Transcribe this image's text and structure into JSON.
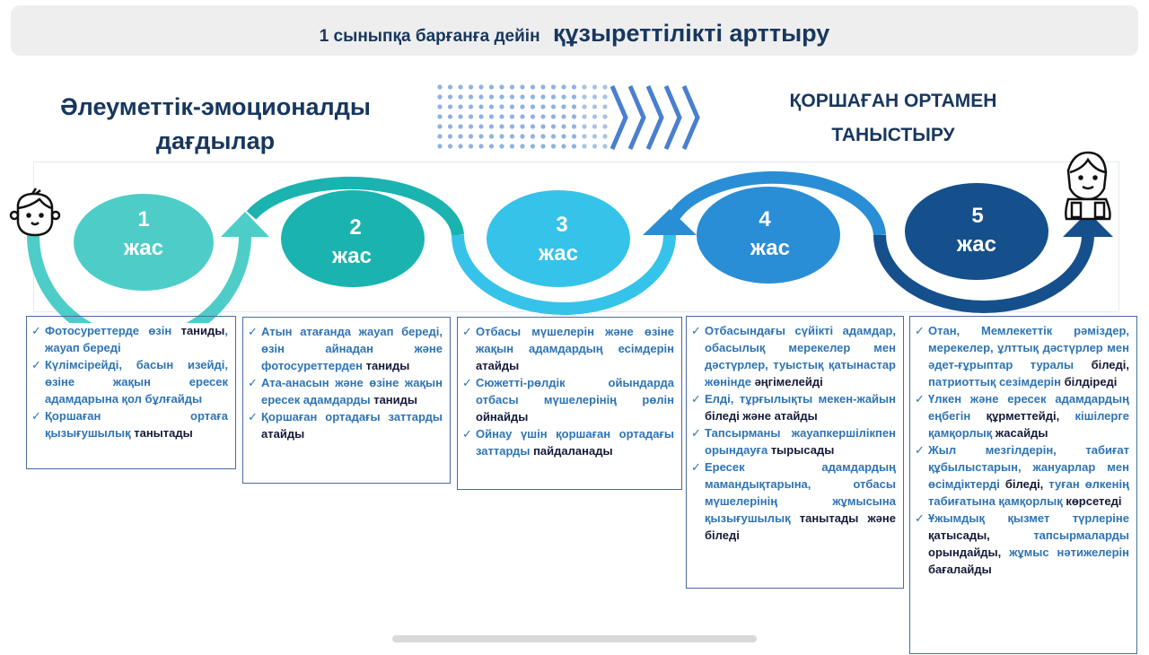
{
  "header": {
    "title_small": "1 сыныпқа барғанға дейін",
    "title_large": "құзыреттілікті арттыру"
  },
  "left_heading": {
    "line1": "Әлеуметтік-эмоционалды",
    "line2": "дағдылар"
  },
  "right_heading": {
    "line1": "ҚОРШАҒАН ОРТАМЕН",
    "line2": "ТАНЫСТЫРУ"
  },
  "colors": {
    "age1": "#4ecdc8",
    "age2": "#1ab3b0",
    "age3": "#35c3ea",
    "age4": "#2a8ed6",
    "age5": "#15508c",
    "text": "#2e74b5",
    "dark": "#141a38"
  },
  "ages": [
    {
      "num": "1",
      "label": "жас"
    },
    {
      "num": "2",
      "label": "жас"
    },
    {
      "num": "3",
      "label": "жас"
    },
    {
      "num": "4",
      "label": "жас"
    },
    {
      "num": "5",
      "label": "жас"
    }
  ],
  "boxes": [
    {
      "items": [
        [
          {
            "t": "Фотосуреттерде өзін "
          },
          {
            "t": "таниды",
            "d": 1
          },
          {
            "t": ", жауап береді"
          }
        ],
        [
          {
            "t": "Күлімсірейді, басын изейді, өзіне жақын ересек адамдарына қол бұлғайды"
          }
        ],
        [
          {
            "t": "Қоршаған ортаға қызығушылық "
          },
          {
            "t": "танытады",
            "d": 1
          }
        ]
      ]
    },
    {
      "items": [
        [
          {
            "t": "Атын атағанда жауап береді, өзін айнадан және фотосуреттерден "
          },
          {
            "t": "таниды",
            "d": 1
          }
        ],
        [
          {
            "t": "Ата-анасын және өзіне жақын ересек адамдарды "
          },
          {
            "t": "таниды",
            "d": 1
          }
        ],
        [
          {
            "t": "Қоршаған ортадағы заттарды "
          },
          {
            "t": "атайды",
            "d": 1
          }
        ]
      ]
    },
    {
      "items": [
        [
          {
            "t": "Отбасы мүшелерін және өзіне жақын адамдардың есімдерін "
          },
          {
            "t": "атайды",
            "d": 1
          }
        ],
        [
          {
            "t": "Сюжетті-рөлдік ойындарда отбасы мүшелерінің рөлін "
          },
          {
            "t": "ойнайды",
            "d": 1
          }
        ],
        [
          {
            "t": "Ойнау үшін қоршаған ортадағы заттарды "
          },
          {
            "t": "пайдаланады",
            "d": 1
          }
        ]
      ]
    },
    {
      "items": [
        [
          {
            "t": "Отбасындағы сүйікті адамдар, обасылық мерекелер мен дәстүрлер, туыстық қатынастар жөнінде "
          },
          {
            "t": "әңгімелейді",
            "d": 1
          }
        ],
        [
          {
            "t": "Елді, тұрғылықты мекен-жайын "
          },
          {
            "t": "біледі және атайды",
            "d": 1
          }
        ],
        [
          {
            "t": "Тапсырманы жауапкершілікпен орындауға "
          },
          {
            "t": "тырысады",
            "d": 1
          }
        ],
        [
          {
            "t": "Ересек адамдардың мамандықтарына, отбасы мүшелерінің жұмысына қызығушылық "
          },
          {
            "t": "танытады және біледі",
            "d": 1
          }
        ]
      ]
    },
    {
      "items": [
        [
          {
            "t": "Отан, Мемлекеттік рәміздер, мерекелер, ұлттық дәстүрлер мен әдет-ғұрыптар туралы "
          },
          {
            "t": "біледі,",
            "d": 1
          },
          {
            "t": " патриоттық сезімдерін "
          },
          {
            "t": "білдіреді",
            "d": 1
          }
        ],
        [
          {
            "t": "Үлкен және ересек адамдардың еңбегін "
          },
          {
            "t": "құрметтейді,",
            "d": 1
          },
          {
            "t": " кішілерге қамқорлық "
          },
          {
            "t": "жасайды",
            "d": 1
          }
        ],
        [
          {
            "t": "Жыл мезгілдерін, табиғат құбылыстарын, жануарлар мен өсімдіктерді "
          },
          {
            "t": "біледі,",
            "d": 1
          },
          {
            "t": " туған өлкенің табиғатына қамқорлық "
          },
          {
            "t": "көрсетеді",
            "d": 1
          }
        ],
        [
          {
            "t": "Ұжымдық қызмет түрлеріне "
          },
          {
            "t": "қатысады,",
            "d": 1
          },
          {
            "t": " тапсырмаларды "
          },
          {
            "t": "орындайды,",
            "d": 1
          },
          {
            "t": " жұмыс нәтижелерін "
          },
          {
            "t": "бағалайды",
            "d": 1
          }
        ]
      ]
    }
  ]
}
